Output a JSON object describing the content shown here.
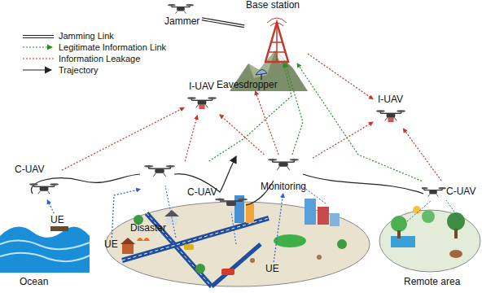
{
  "diagram": {
    "nodes": [
      {
        "text": [
          "Base station"
        ]
      },
      {
        "text": [
          "Jammer"
        ]
      },
      {
        "text": [
          "Eavesdropper"
        ]
      },
      {
        "text": [
          "I-UAV"
        ]
      },
      {
        "text": [
          "I-UAV"
        ]
      },
      {
        "text": [
          "C-UAV"
        ]
      },
      {
        "text": [
          "C-UAV"
        ]
      },
      {
        "text": [
          "Monitoring"
        ]
      },
      {
        "text": [
          "C-UAV"
        ]
      },
      {
        "text": [
          "UE"
        ]
      },
      {
        "text": [
          "UE"
        ]
      },
      {
        "text": [
          "UE"
        ]
      }
    ],
    "edges": [
      {
        "from": 1,
        "to": 0,
        "arrow": "none"
      },
      {
        "from": 6,
        "to": 0,
        "arrow": "to"
      },
      {
        "from": 7,
        "to": 0,
        "arrow": "to"
      },
      {
        "from": 8,
        "to": 0,
        "arrow": "to"
      },
      {
        "from": 5,
        "to": 3,
        "arrow": "to"
      },
      {
        "from": 6,
        "to": 3,
        "arrow": "to"
      },
      {
        "from": 7,
        "to": 3,
        "arrow": "to"
      },
      {
        "from": 7,
        "to": 4,
        "arrow": "to"
      },
      {
        "from": 8,
        "to": 4,
        "arrow": "to"
      },
      {
        "from": 0,
        "to": 4,
        "arrow": "to"
      },
      {
        "from": 7,
        "to": 2,
        "arrow": "to"
      },
      {
        "from": 9,
        "to": 5,
        "arrow": "to"
      },
      {
        "from": 10,
        "to": 6,
        "arrow": "to"
      },
      {
        "from": 11,
        "to": 7,
        "arrow": "to"
      }
    ],
    "labels": [
      "Disaster",
      "Ocean",
      "Remote area"
    ],
    "legend": [
      {
        "text": "Jamming Link"
      },
      {
        "text": "Legitimate Information Link"
      },
      {
        "text": "Information Leakage"
      },
      {
        "text": "Trajectory"
      }
    ]
  }
}
